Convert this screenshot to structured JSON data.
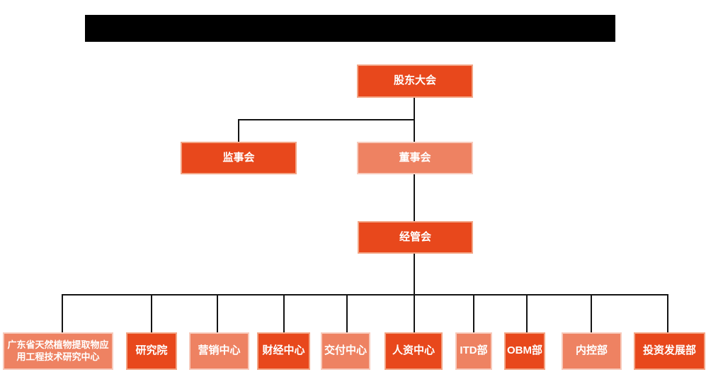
{
  "org_chart": {
    "colors": {
      "primary_orange": "#e8481c",
      "secondary_salmon": "#ee8262",
      "connector_line": "#141414",
      "node_text": "#ffffff",
      "redacted_bar": "#000000"
    },
    "nodes": {
      "shareholders_meeting": "股东大会",
      "supervisory_board": "监事会",
      "board_of_directors": "董事会",
      "management_committee": "经管会"
    },
    "departments": [
      "广东省天然植物提取物应用工程技术研究中心",
      "研究院",
      "营销中心",
      "财经中心",
      "交付中心",
      "人资中心",
      "ITD部",
      "OBM部",
      "内控部",
      "投资发展部"
    ]
  }
}
